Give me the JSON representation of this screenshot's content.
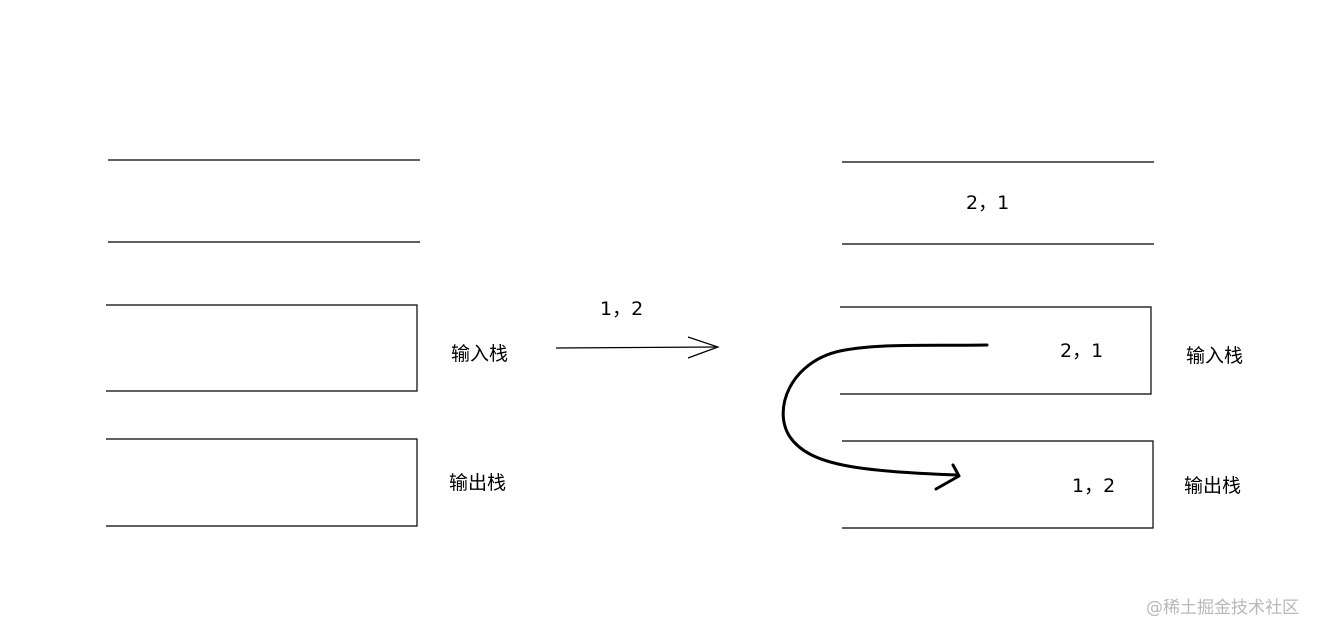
{
  "left": {
    "input_stack_label": "输入栈",
    "output_stack_label": "输出栈"
  },
  "transition": {
    "push_label": "1，2"
  },
  "right": {
    "top_content": "2，1",
    "input_stack_content": "2，1",
    "output_stack_content": "1，2",
    "input_stack_label": "输入栈",
    "output_stack_label": "输出栈"
  },
  "watermark": "@稀土掘金技术社区"
}
